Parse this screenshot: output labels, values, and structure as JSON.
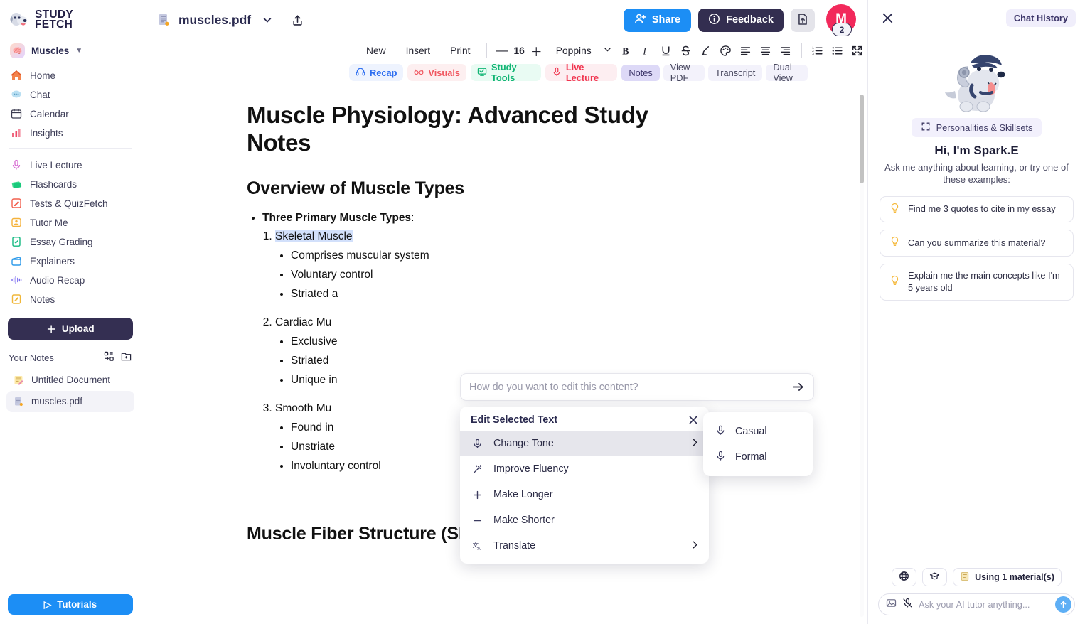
{
  "sidebar": {
    "brand": {
      "line1": "STUDY",
      "line2": "FETCH",
      "logo_icon": "dog-logo-icon"
    },
    "workspace": {
      "name": "Muscles",
      "icon": "workspace-avatar-icon",
      "chevron": "chevron-down-icon"
    },
    "nav_primary": [
      {
        "label": "Home",
        "icon": "home-icon"
      },
      {
        "label": "Chat",
        "icon": "chat-bubble-icon"
      },
      {
        "label": "Calendar",
        "icon": "calendar-icon"
      },
      {
        "label": "Insights",
        "icon": "bar-chart-icon"
      }
    ],
    "nav_secondary": [
      {
        "label": "Live Lecture",
        "icon": "microphone-icon"
      },
      {
        "label": "Flashcards",
        "icon": "flashcards-icon"
      },
      {
        "label": "Tests & QuizFetch",
        "icon": "test-pencil-icon"
      },
      {
        "label": "Tutor Me",
        "icon": "tutor-frame-icon"
      },
      {
        "label": "Essay Grading",
        "icon": "document-check-icon"
      },
      {
        "label": "Explainers",
        "icon": "video-clapper-icon"
      },
      {
        "label": "Audio Recap",
        "icon": "audio-wave-icon"
      },
      {
        "label": "Notes",
        "icon": "notes-pencil-icon"
      }
    ],
    "upload_label": "Upload",
    "upload_icon": "plus-icon",
    "notes_header": "Your Notes",
    "notes_header_icons": [
      "qr-scan-icon",
      "new-folder-icon"
    ],
    "notes": [
      {
        "label": "Untitled Document",
        "icon": "note-document-icon",
        "active": false
      },
      {
        "label": "muscles.pdf",
        "icon": "pdf-file-icon",
        "active": true
      }
    ],
    "tutorials_label": "Tutorials",
    "tutorials_icon": "play-icon"
  },
  "topbar": {
    "doc_icon": "pdf-file-icon",
    "doc_title": "muscles.pdf",
    "title_chevron": "chevron-down-icon",
    "share_icon": "share-upload-icon",
    "share_label": "Share",
    "feedback_label": "Feedback",
    "feedback_icon": "info-circle-icon",
    "export_icon": "file-upload-icon",
    "avatar_initial": "M",
    "avatar_badge": "2"
  },
  "format_toolbar": {
    "new_label": "New",
    "insert_label": "Insert",
    "print_label": "Print",
    "decrease_icon": "minus-icon",
    "font_size": "16",
    "increase_icon": "plus-icon",
    "font_name": "Poppins",
    "font_chevron": "chevron-down-icon",
    "icons": [
      "bold-icon",
      "italic-icon",
      "underline-icon",
      "strikethrough-icon",
      "highlighter-icon",
      "color-palette-icon",
      "align-left-icon",
      "align-center-icon",
      "align-right-icon",
      "ordered-list-icon",
      "bulleted-list-icon",
      "fullscreen-icon"
    ]
  },
  "tool_pills": [
    {
      "label": "Recap",
      "icon": "headphones-icon",
      "color": "#2d6ef0"
    },
    {
      "label": "Visuals",
      "icon": "glasses-icon",
      "color": "#f0565f"
    },
    {
      "label": "Study Tools",
      "icon": "monitor-check-icon",
      "color": "#11b574"
    },
    {
      "label": "Live Lecture",
      "icon": "microphone-icon",
      "color": "#f0354f"
    }
  ],
  "view_tabs": [
    {
      "label": "Notes",
      "active": true
    },
    {
      "label": "View PDF",
      "active": false
    },
    {
      "label": "Transcript",
      "active": false
    },
    {
      "label": "Dual View",
      "active": false
    }
  ],
  "document": {
    "title": "Muscle Physiology: Advanced Study Notes",
    "section1_heading": "Overview of Muscle Types",
    "bullet_intro_bold": "Three Primary Muscle Types",
    "bullet_intro_suffix": ":",
    "types": [
      {
        "name": "Skeletal Muscle",
        "selected": true,
        "details": [
          "Comprises muscular system",
          "Voluntary control",
          "Striated a"
        ]
      },
      {
        "name": "Cardiac Mu",
        "selected": false,
        "details": [
          "Exclusive",
          "Striated",
          "Unique in"
        ]
      },
      {
        "name": "Smooth Mu",
        "selected": false,
        "details": [
          "Found in",
          "Unstriate",
          "Involuntary control"
        ]
      }
    ],
    "section2_heading": "Muscle Fiber Structure (Skeletal Muscle)"
  },
  "ai_edit": {
    "placeholder": "How do you want to edit this content?",
    "value": "",
    "send_icon": "arrow-right-icon"
  },
  "edit_menu": {
    "title": "Edit Selected Text",
    "close_icon": "close-icon",
    "items": [
      {
        "label": "Change Tone",
        "icon": "microphone-icon",
        "has_arrow": true,
        "highlighted": true
      },
      {
        "label": "Improve Fluency",
        "icon": "magic-wand-icon",
        "has_arrow": false,
        "highlighted": false
      },
      {
        "label": "Make Longer",
        "icon": "plus-icon",
        "has_arrow": false,
        "highlighted": false
      },
      {
        "label": "Make Shorter",
        "icon": "minus-icon",
        "has_arrow": false,
        "highlighted": false
      },
      {
        "label": "Translate",
        "icon": "translate-icon",
        "has_arrow": true,
        "highlighted": false
      }
    ],
    "submenu": [
      {
        "label": "Casual",
        "icon": "microphone-icon"
      },
      {
        "label": "Formal",
        "icon": "microphone-icon"
      }
    ]
  },
  "chat": {
    "close_icon": "close-icon",
    "history_label": "Chat History",
    "mascot_icon": "spark-dog-mascot",
    "personalities_label": "Personalities & Skillsets",
    "personalities_icon": "frame-corners-icon",
    "greeting": "Hi, I'm Spark.E",
    "subtitle": "Ask me anything about learning, or try one of these examples:",
    "suggestions": [
      {
        "label": "Find me 3 quotes to cite in my essay",
        "icon": "lightbulb-icon"
      },
      {
        "label": "Can you summarize this material?",
        "icon": "lightbulb-icon"
      },
      {
        "label": "Explain me the main concepts like I'm 5 years old",
        "icon": "lightbulb-icon"
      }
    ],
    "tools": [
      {
        "label": "",
        "icon": "globe-icon"
      },
      {
        "label": "",
        "icon": "graduation-cap-icon"
      },
      {
        "label": "Using 1 material(s)",
        "icon": "material-list-icon"
      }
    ],
    "input_placeholder": "Ask your AI tutor anything...",
    "input_value": "",
    "image_icon": "image-icon",
    "mic_off_icon": "microphone-off-icon",
    "send_icon": "arrow-up-icon"
  },
  "colors": {
    "accent_blue": "#1c8ef5",
    "dark_navy": "#332e50",
    "avatar_pink": "#f2295b",
    "selection_blue": "#d2e0fb",
    "tab_active": "#ddd9f7"
  }
}
